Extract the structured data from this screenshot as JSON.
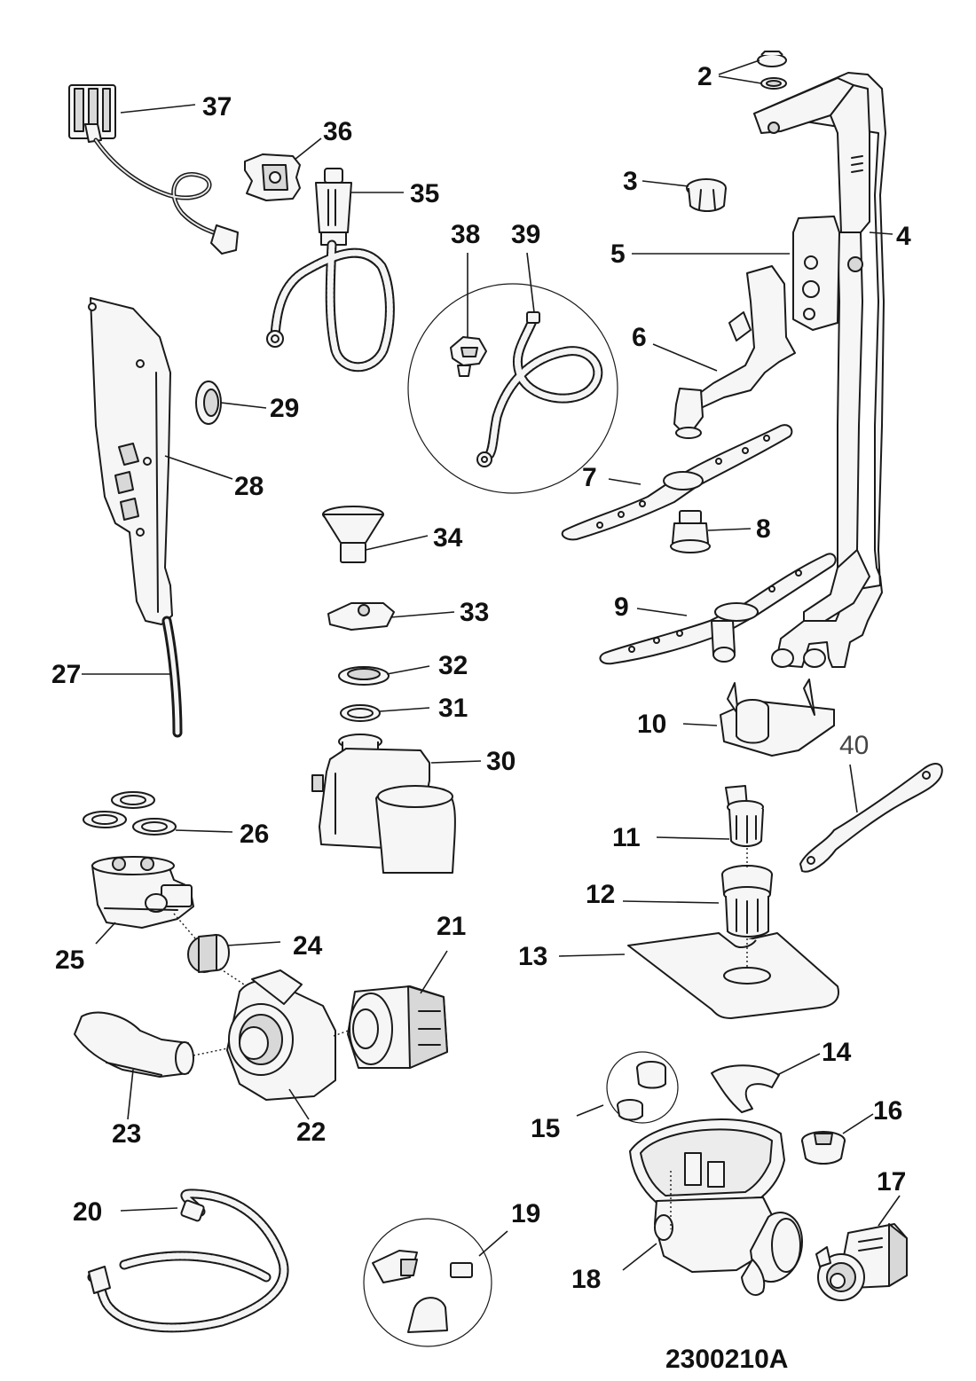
{
  "diagram": {
    "drawing_code": "2300210A",
    "callouts": [
      {
        "id": "p2",
        "label": "2"
      },
      {
        "id": "p3",
        "label": "3"
      },
      {
        "id": "p4",
        "label": "4"
      },
      {
        "id": "p5",
        "label": "5"
      },
      {
        "id": "p6",
        "label": "6"
      },
      {
        "id": "p7",
        "label": "7"
      },
      {
        "id": "p8",
        "label": "8"
      },
      {
        "id": "p9",
        "label": "9"
      },
      {
        "id": "p10",
        "label": "10"
      },
      {
        "id": "p11",
        "label": "11"
      },
      {
        "id": "p12",
        "label": "12"
      },
      {
        "id": "p13",
        "label": "13"
      },
      {
        "id": "p14",
        "label": "14"
      },
      {
        "id": "p15",
        "label": "15"
      },
      {
        "id": "p16",
        "label": "16"
      },
      {
        "id": "p17",
        "label": "17"
      },
      {
        "id": "p18",
        "label": "18"
      },
      {
        "id": "p19",
        "label": "19"
      },
      {
        "id": "p20",
        "label": "20"
      },
      {
        "id": "p21",
        "label": "21"
      },
      {
        "id": "p22",
        "label": "22"
      },
      {
        "id": "p23",
        "label": "23"
      },
      {
        "id": "p24",
        "label": "24"
      },
      {
        "id": "p25",
        "label": "25"
      },
      {
        "id": "p26",
        "label": "26"
      },
      {
        "id": "p27",
        "label": "27"
      },
      {
        "id": "p28",
        "label": "28"
      },
      {
        "id": "p29",
        "label": "29"
      },
      {
        "id": "p30",
        "label": "30"
      },
      {
        "id": "p31",
        "label": "31"
      },
      {
        "id": "p32",
        "label": "32"
      },
      {
        "id": "p33",
        "label": "33"
      },
      {
        "id": "p34",
        "label": "34"
      },
      {
        "id": "p35",
        "label": "35"
      },
      {
        "id": "p36",
        "label": "36"
      },
      {
        "id": "p37",
        "label": "37"
      },
      {
        "id": "p38",
        "label": "38"
      },
      {
        "id": "p39",
        "label": "39"
      },
      {
        "id": "p40",
        "label": "40"
      }
    ]
  }
}
